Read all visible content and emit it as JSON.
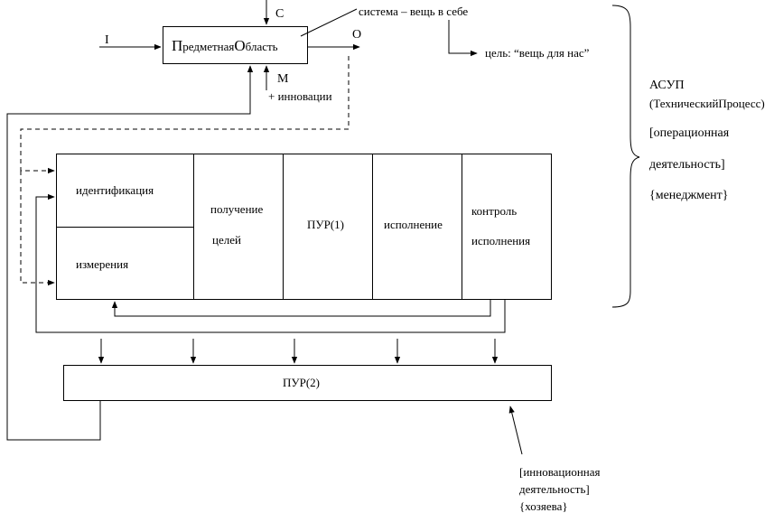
{
  "subject_area": {
    "big1": "П",
    "small1": "редметная",
    "big2": "О",
    "small2": "бласть"
  },
  "io": {
    "input": "I",
    "control": "C",
    "output": "O",
    "mechanism": "M",
    "mechanism_note": "+ инновации"
  },
  "annotation_system": "система – вещь в себе",
  "annotation_goal": "цель: “вещь для нас”",
  "asup": {
    "title": "АСУП",
    "process": "(ТехническийПроцесс)",
    "line1": "[операционная",
    "line2": "деятельность]",
    "line3": "{менеджмент}"
  },
  "cells": {
    "identification": "идентификация",
    "measurement": "измерения",
    "goals_line1": "получение",
    "goals_line2": "целей",
    "pur1": "ПУР(1)",
    "execution": "исполнение",
    "control_line1": "контроль",
    "control_line2": "исполнения"
  },
  "pur2": "ПУР(2)",
  "innovation": {
    "line1": "[инновационная",
    "line2": "деятельность]",
    "line3": "{хозяева}"
  }
}
